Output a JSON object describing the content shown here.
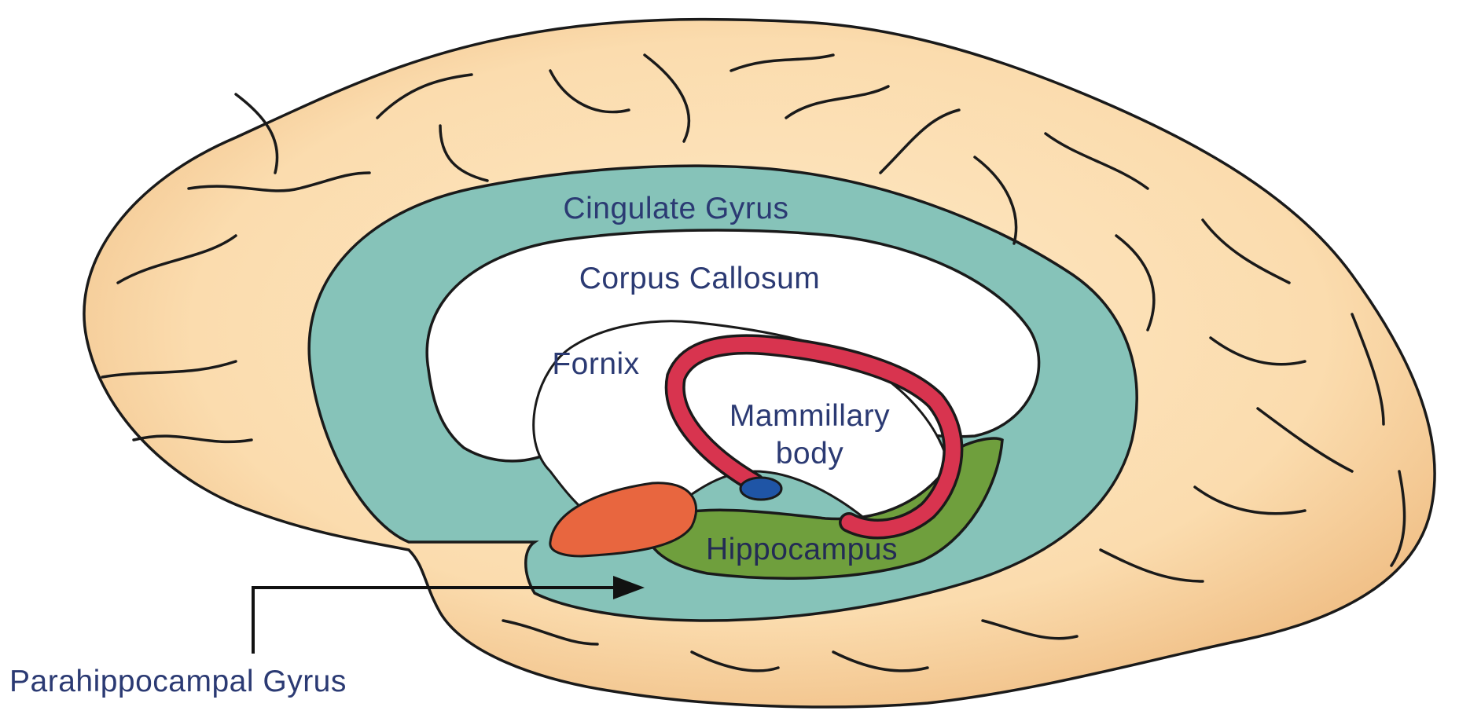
{
  "labels": {
    "cingulate_gyrus": "Cingulate Gyrus",
    "corpus_callosum": "Corpus Callosum",
    "fornix": "Fornix",
    "mammillary_line1": "Mammillary",
    "mammillary_line2": "body",
    "hippocampus": "Hippocampus",
    "parahippocampal_gyrus": "Parahippocampal Gyrus"
  },
  "colors": {
    "cortex": "#fbe1b5",
    "cortex_edge": "#f2c58f",
    "cingulate": "#86c3b9",
    "corpus_callosum": "#ffffff",
    "fornix": "#d8344f",
    "hippocampus": "#6f9f3d",
    "amygdala": "#e8663f",
    "mammillary": "#1f55a6",
    "label_text": "#2b3a73"
  }
}
